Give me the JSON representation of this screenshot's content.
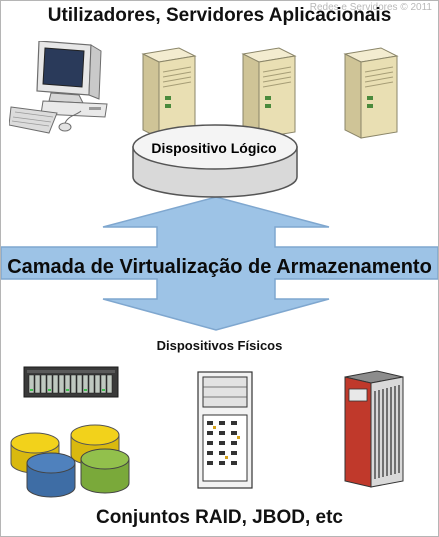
{
  "diagram": {
    "top_title": "Utilizadores, Servidores Aplicacionais",
    "watermark": "Redes e Servidores © 2011",
    "logical_device_label": "Dispositivo Lógico",
    "virtualization_layer_label": "Camada de Virtualização de Armazenamento",
    "physical_devices_label": "Dispositivos Físicos",
    "bottom_title": "Conjuntos RAID, JBOD, etc"
  },
  "colors": {
    "arrow_fill": "#9dc3e6",
    "arrow_stroke": "#7fa7cf",
    "cylinder_top": "#f4f4f4",
    "cylinder_body": "#d9d9d9",
    "server_beige": "#e9dfb3",
    "disk_yellow": "#f2d21b",
    "disk_blue": "#4f81bd",
    "disk_green": "#92c04c",
    "cabinet_red": "#b23a2a"
  },
  "icons": [
    "desktop-computer-icon",
    "tower-server-icon",
    "logical-device-cylinder-icon",
    "bidirectional-arrow-icon",
    "rack-disk-array-icon",
    "storage-cabinet-icon",
    "storage-rack-red-icon",
    "disk-stack-icon"
  ]
}
